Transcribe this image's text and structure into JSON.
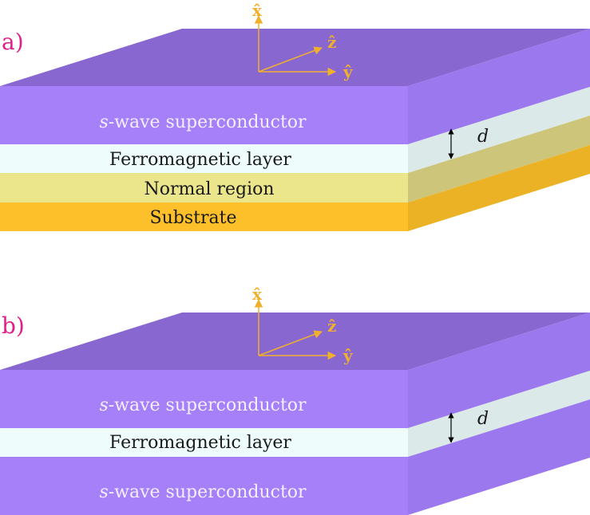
{
  "colors": {
    "sc_front": "#a580f8",
    "sc_top": "#8868d0",
    "sc_side": "#9c78ee",
    "fm_front": "#eefcfc",
    "fm_side": "#dbe9e9",
    "normal_front": "#ebe58c",
    "normal_side": "#cdc57a",
    "substrate_front": "#fec02a",
    "substrate_side": "#ecb225",
    "axis": "#f1b02c",
    "panel_label": "#e0208a",
    "sc_text": "#f4efff",
    "dark_text": "#1a1a1a"
  },
  "axes": {
    "x": "x̂",
    "y": "ŷ",
    "z": "ẑ"
  },
  "panel_a": {
    "label": "a)",
    "layers": {
      "sc_prefix": "s",
      "sc_suffix": "-wave superconductor",
      "ferromagnet": "Ferromagnetic layer",
      "normal": "Normal region",
      "substrate": "Substrate"
    },
    "thickness": "d"
  },
  "panel_b": {
    "label": "b)",
    "layers": {
      "sc_top_prefix": "s",
      "sc_top_suffix": "-wave superconductor",
      "ferromagnet": "Ferromagnetic layer",
      "sc_bottom_prefix": "s",
      "sc_bottom_suffix": "-wave superconductor"
    },
    "thickness": "d"
  }
}
